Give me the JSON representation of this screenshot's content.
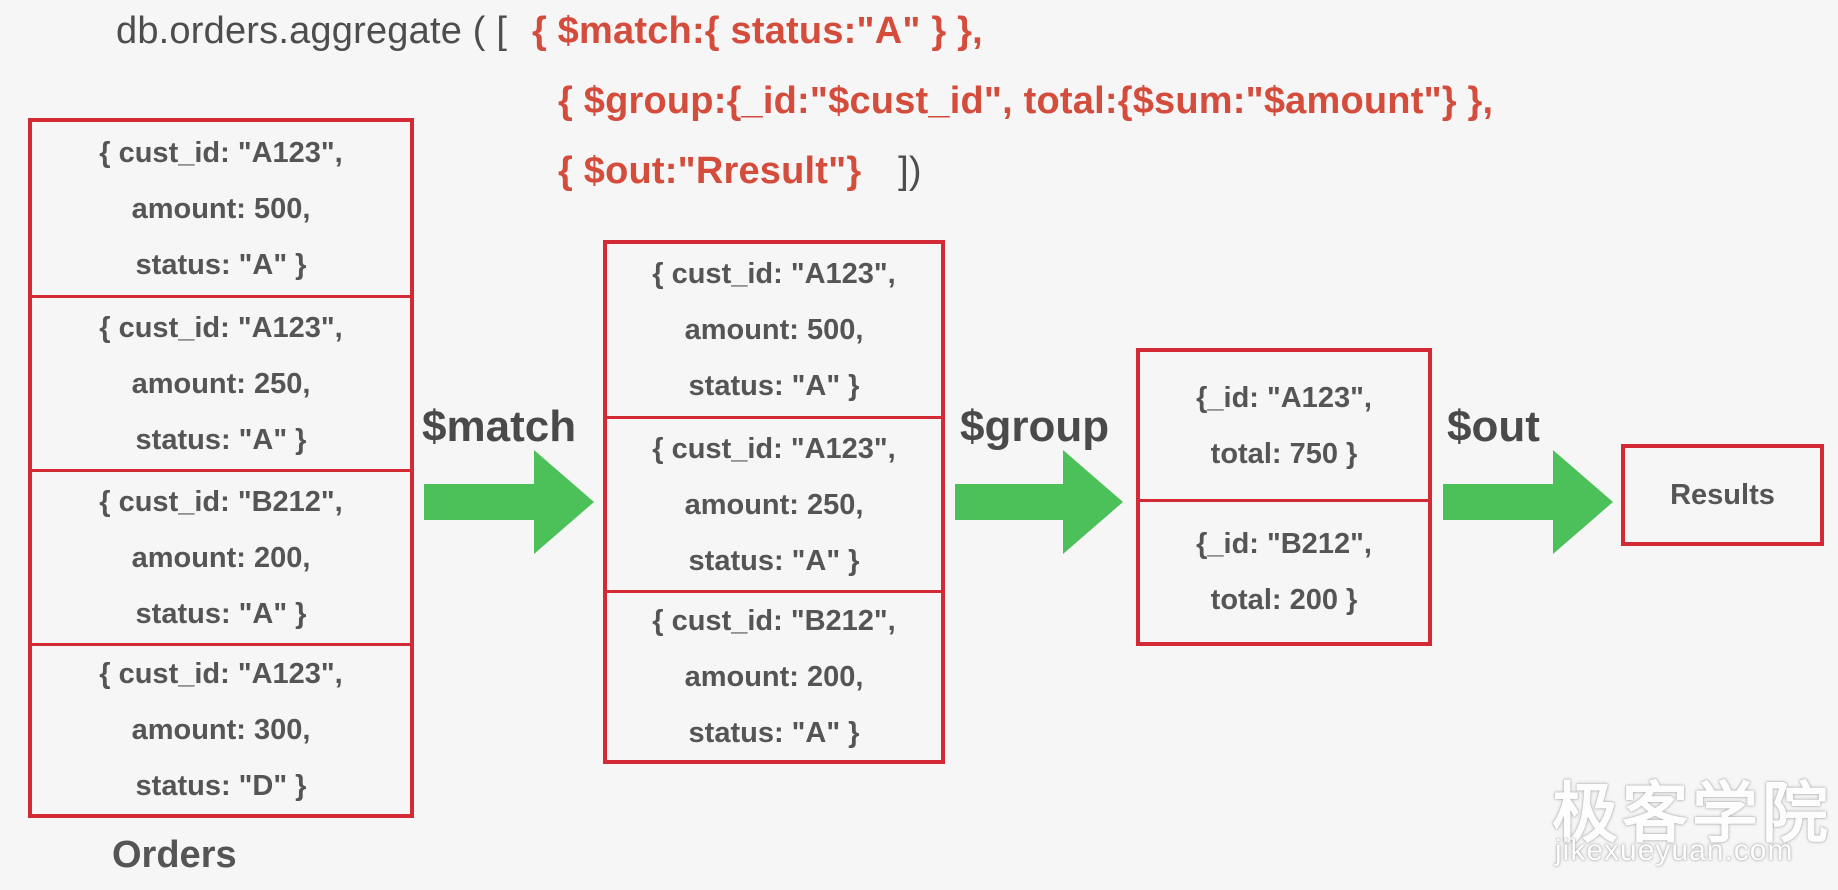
{
  "code": {
    "prefix": "db.orders.aggregate ( [ ",
    "line1_stage": "{ $match:{ status:\"A\" } },",
    "line2_stage": "{ $group:{_id:\"$cust_id\",  total:{$sum:\"$amount\"} },",
    "line3_stage": "{ $out:\"Rresult\"}",
    "line3_close": "])"
  },
  "orders": {
    "caption": "Orders",
    "docs": [
      [
        "{ cust_id: \"A123\",",
        "amount: 500,",
        "status: \"A\" }"
      ],
      [
        "{ cust_id: \"A123\",",
        "amount: 250,",
        "status: \"A\" }"
      ],
      [
        "{ cust_id: \"B212\",",
        "amount: 200,",
        "status: \"A\" }"
      ],
      [
        "{ cust_id: \"A123\",",
        "amount: 300,",
        "status: \"D\" }"
      ]
    ]
  },
  "match_stage": {
    "label": "$match",
    "docs": [
      [
        "{ cust_id: \"A123\",",
        "amount: 500,",
        "status: \"A\" }"
      ],
      [
        "{ cust_id: \"A123\",",
        "amount: 250,",
        "status: \"A\" }"
      ],
      [
        "{ cust_id: \"B212\",",
        "amount: 200,",
        "status: \"A\" }"
      ]
    ]
  },
  "group_stage": {
    "label": "$group",
    "docs": [
      [
        "{_id: \"A123\",",
        "total: 750 }"
      ],
      [
        "{_id: \"B212\",",
        "total: 200 }"
      ]
    ]
  },
  "out_stage": {
    "label": "$out",
    "result_label": "Results"
  },
  "watermark": {
    "title": "极客学院",
    "subtitle": "jikexueyuan.com"
  },
  "colors": {
    "box_border": "#d42a35",
    "code_highlight": "#d44c3c",
    "arrow_fill": "#4cc15a",
    "background": "#f6f6f6"
  }
}
